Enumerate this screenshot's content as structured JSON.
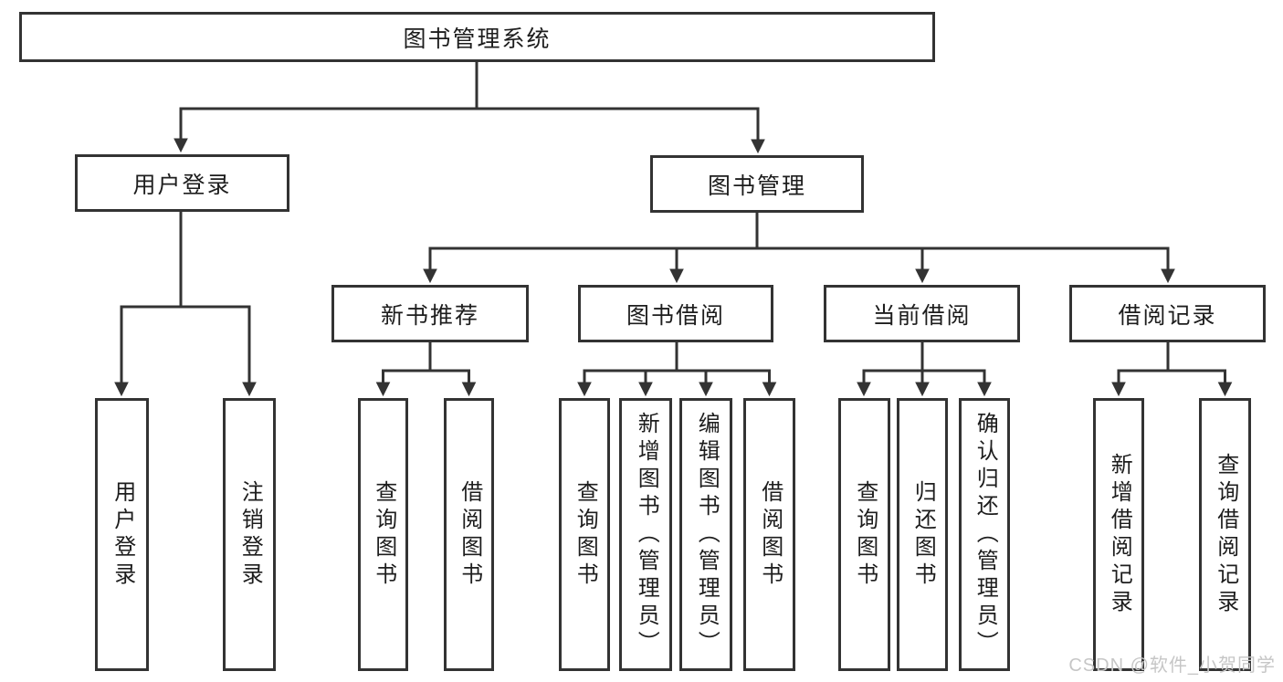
{
  "tree": {
    "root": {
      "label": "图书管理系统"
    },
    "branches": [
      {
        "label": "用户登录",
        "leaves": [
          "用户登录",
          "注销登录"
        ]
      },
      {
        "label": "图书管理",
        "children": [
          {
            "label": "新书推荐",
            "leaves": [
              "查询图书",
              "借阅图书"
            ]
          },
          {
            "label": "图书借阅",
            "leaves": [
              "查询图书",
              "新增图书（管理员）",
              "编辑图书（管理员）",
              "借阅图书"
            ]
          },
          {
            "label": "当前借阅",
            "leaves": [
              "查询图书",
              "归还图书",
              "确认归还（管理员）"
            ]
          },
          {
            "label": "借阅记录",
            "leaves": [
              "新增借阅记录",
              "查询借阅记录"
            ]
          }
        ]
      }
    ]
  },
  "watermark": "CSDN @软件_小贺同学",
  "colors": {
    "line": "#333333",
    "box_border": "#333333",
    "box_fill": "#ffffff",
    "text": "#1d1d1d",
    "watermark": "#c6c6c6"
  }
}
